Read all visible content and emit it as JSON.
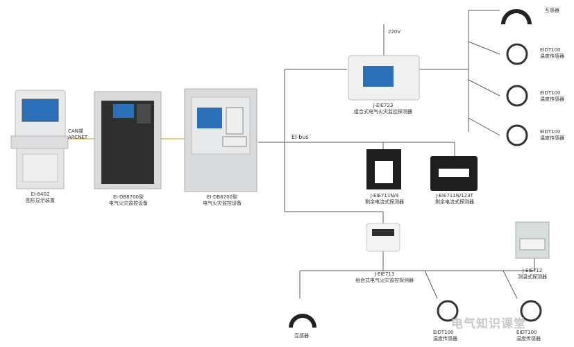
{
  "devices": {
    "display": {
      "model": "EI-6402",
      "desc": "图形显示装置"
    },
    "host1": {
      "model": "EI-DB8700型",
      "desc": "电气火灾监控设备"
    },
    "host2": {
      "model": "EI-DB6700型",
      "desc": "电气火灾监控设备"
    },
    "combined_top": {
      "model": "J-EIE723",
      "desc": "组合式电气火灾监控探测器",
      "power": "220V"
    },
    "ct_left": {
      "model": "J-EIE711N/4",
      "desc": "剩余电流式探测器"
    },
    "ct_right": {
      "model": "J-EIE711N/123T",
      "desc": "剩余电流式探测器"
    },
    "combined_bottom": {
      "model": "J-EIE713",
      "desc": "组合式电气火灾监控探测器"
    },
    "din_module": {
      "model": "J-EIE712",
      "desc": "测温式探测器"
    },
    "transformer_top": {
      "desc": "互感器"
    },
    "transformer_bottom": {
      "desc": "互感器"
    },
    "sensors": {
      "s1": {
        "model": "EIDT100",
        "desc": "温度传感器"
      },
      "s2": {
        "model": "EIDT100",
        "desc": "温度传感器"
      },
      "s3": {
        "model": "EIDT100",
        "desc": "温度传感器"
      },
      "s4": {
        "model": "EIDT100",
        "desc": "温度传感器"
      },
      "s5": {
        "model": "EIDT100",
        "desc": "温度传感器"
      }
    }
  },
  "links": {
    "can": "CAN或",
    "arcnet": "ARCNET",
    "bus": "EI-bus"
  },
  "watermark": "电气知识课堂",
  "colors": {
    "line": "#5a5a5a",
    "cable_yellow": "#d8c65a",
    "device_grey": "#d9dadc",
    "screen": "#2a6fb8",
    "panel_dark": "#2f2f2f"
  }
}
